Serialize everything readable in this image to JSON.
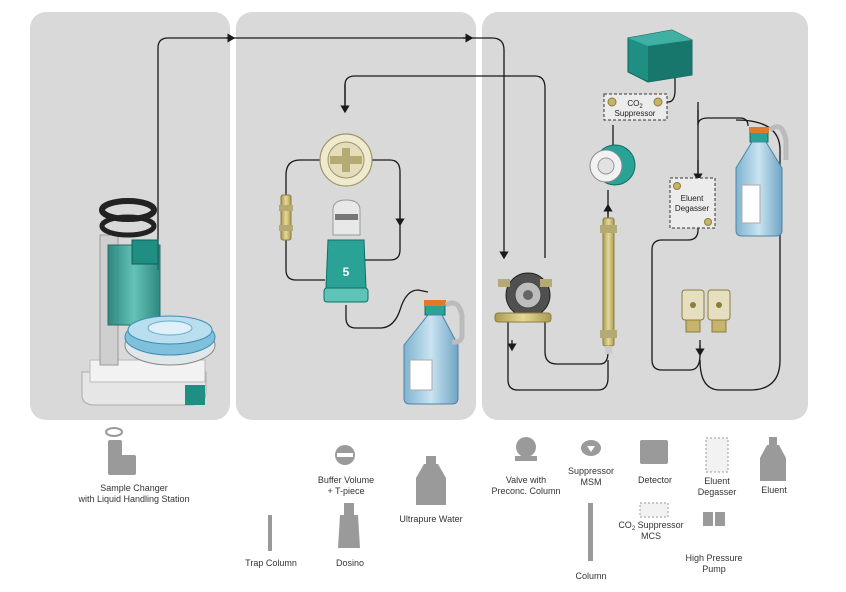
{
  "colors": {
    "panel": "#d9d9d9",
    "teal": "#1f8f84",
    "teal_light": "#5fc4b8",
    "glass_blue": "#9cc8e0",
    "brass": "#c6b46a",
    "line": "#1a1a1a",
    "legend_gray": "#9a9a9a"
  },
  "diagram": {
    "inline_labels": {
      "co2_suppressor_line1": "CO",
      "co2_suppressor_sub": "2",
      "co2_suppressor_line2": "Suppressor",
      "eluent_degasser_line1": "Eluent",
      "eluent_degasser_line2": "Degasser",
      "dosino_number": "5"
    }
  },
  "legend": {
    "sample_changer": [
      "Sample Changer",
      "with Liquid Handling Station"
    ],
    "buffer_volume": [
      "Buffer Volume",
      "+ T-piece"
    ],
    "ultrapure_water": [
      "Ultrapure Water"
    ],
    "trap_column": [
      "Trap Column"
    ],
    "dosino": [
      "Dosino"
    ],
    "valve": [
      "Valve with",
      "Preconc. Column"
    ],
    "suppressor_msm": [
      "Suppressor",
      "MSM"
    ],
    "detector": [
      "Detector"
    ],
    "eluent_degasser": [
      "Eluent",
      "Degasser"
    ],
    "eluent": [
      "Eluent"
    ],
    "co2_suppressor": [
      "CO",
      "2",
      " Suppressor",
      "MCS"
    ],
    "high_pressure_pump": [
      "High Pressure",
      "Pump"
    ],
    "column": [
      "Column"
    ]
  }
}
